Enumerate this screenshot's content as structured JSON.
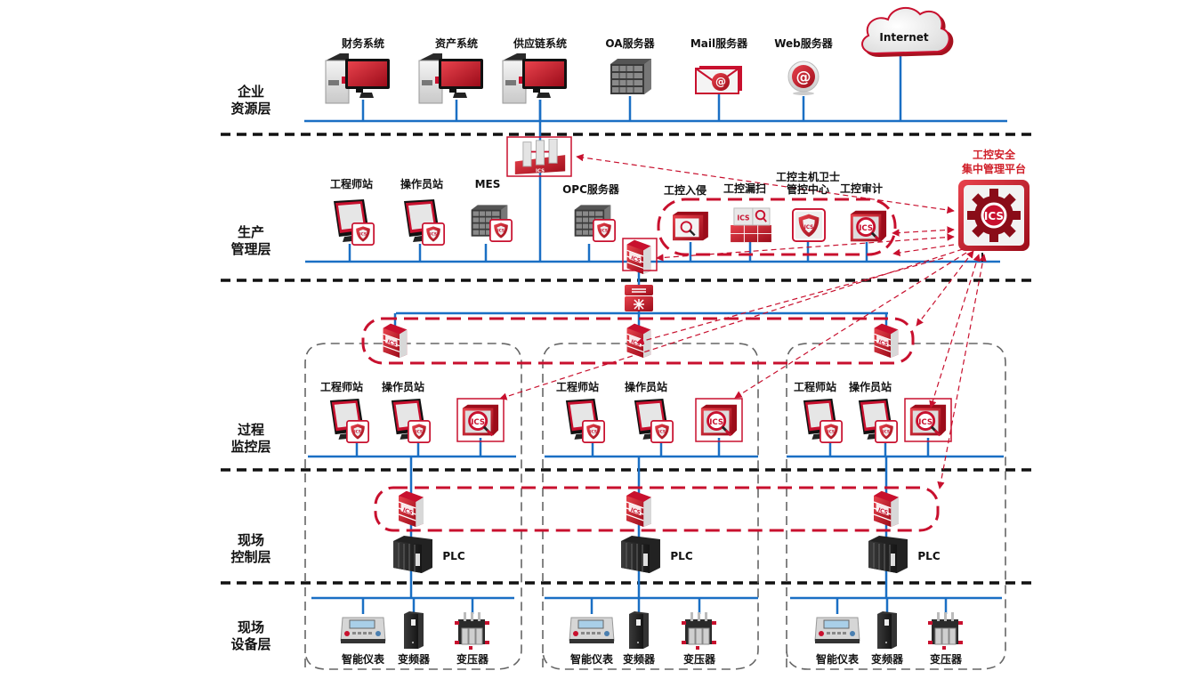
{
  "title": "工控安全体系网络架构",
  "colors": {
    "bus": "#1a6fc4",
    "accent": "#c8102e",
    "divider": "#111111",
    "zone": "#666666"
  },
  "layers": [
    {
      "id": "enterprise",
      "label": "企业资源层"
    },
    {
      "id": "production",
      "label": "生产管理层"
    },
    {
      "id": "process",
      "label": "过程监控层"
    },
    {
      "id": "control",
      "label": "现场控制层"
    },
    {
      "id": "device",
      "label": "现场设备层"
    }
  ],
  "layer_labels": {
    "enterprise": [
      "企业",
      "资源层"
    ],
    "production": [
      "生产",
      "管理层"
    ],
    "process": [
      "过程",
      "监控层"
    ],
    "control": [
      "现场",
      "控制层"
    ],
    "device": [
      "现场",
      "设备层"
    ]
  },
  "enterprise": {
    "nodes": [
      {
        "label": "财务系统",
        "icon": "pc-server-icon"
      },
      {
        "label": "资产系统",
        "icon": "pc-server-icon"
      },
      {
        "label": "供应链系统",
        "icon": "pc-server-icon"
      },
      {
        "label": "OA服务器",
        "icon": "rack-server-icon"
      },
      {
        "label": "Mail服务器",
        "icon": "mail-icon"
      },
      {
        "label": "Web服务器",
        "icon": "web-at-icon"
      }
    ],
    "internet": "Internet"
  },
  "boundary_firewall": {
    "label": "ICS",
    "icon": "industrial-firewall-icon"
  },
  "production": {
    "nodes": [
      {
        "label": "工程师站",
        "icon": "workstation-shield-icon"
      },
      {
        "label": "操作员站",
        "icon": "workstation-shield-icon"
      },
      {
        "label": "MES",
        "icon": "rack-server-shield-icon"
      },
      {
        "label": "OPC服务器",
        "icon": "rack-server-shield-icon"
      }
    ],
    "security_group": [
      {
        "label": "工控入侵",
        "icon": "ids-icon"
      },
      {
        "label": "工控漏扫",
        "icon": "vuln-scan-icon"
      },
      {
        "label": "工控主机卫士\n管控中心",
        "label_lines": [
          "工控主机卫士",
          "管控中心"
        ],
        "icon": "host-guard-icon"
      },
      {
        "label": "工控审计",
        "icon": "audit-icon"
      }
    ],
    "firewall": "ICS"
  },
  "platform": {
    "lines": [
      "工控安全",
      "集中管理平台"
    ],
    "badge": "ICS",
    "icon": "gear-icon"
  },
  "core_switch": {
    "icon": "core-switch-icon"
  },
  "zones": [
    {
      "firewall": "ICS",
      "stations": [
        {
          "label": "工程师站"
        },
        {
          "label": "操作员站"
        }
      ],
      "audit": "ICS",
      "field_firewall": "ICS",
      "plc": "PLC",
      "devices": [
        {
          "label": "智能仪表"
        },
        {
          "label": "变频器"
        },
        {
          "label": "变压器"
        }
      ]
    },
    {
      "firewall": "ICS",
      "stations": [
        {
          "label": "工程师站"
        },
        {
          "label": "操作员站"
        }
      ],
      "audit": "ICS",
      "field_firewall": "ICS",
      "plc": "PLC",
      "devices": [
        {
          "label": "智能仪表"
        },
        {
          "label": "变频器"
        },
        {
          "label": "变压器"
        }
      ]
    },
    {
      "firewall": "ICS",
      "stations": [
        {
          "label": "工程师站"
        },
        {
          "label": "操作员站"
        }
      ],
      "audit": "ICS",
      "field_firewall": "ICS",
      "plc": "PLC",
      "devices": [
        {
          "label": "智能仪表"
        },
        {
          "label": "变频器"
        },
        {
          "label": "变压器"
        }
      ]
    }
  ]
}
